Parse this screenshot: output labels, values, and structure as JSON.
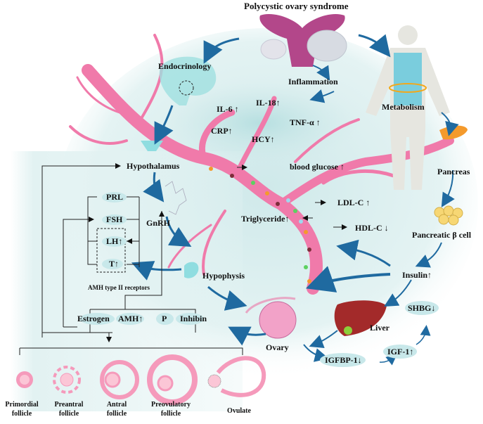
{
  "title": "Polycystic ovary syndrome",
  "branches": {
    "endocrinology": "Endocrinology",
    "inflammation": "Inflammation",
    "metabolism": "Metabolism"
  },
  "inflammation_markers": [
    {
      "name": "IL-6",
      "trend": "↑"
    },
    {
      "name": "IL-18",
      "trend": "↑"
    },
    {
      "name": "TNF-α",
      "trend": "↑"
    },
    {
      "name": "CRP",
      "trend": "↑"
    },
    {
      "name": "HCY",
      "trend": "↑"
    }
  ],
  "metabolic_markers": [
    {
      "name": "blood glucose",
      "trend": "↑"
    },
    {
      "name": "LDL-C",
      "trend": "↑"
    },
    {
      "name": "Triglyceride",
      "trend": "↑"
    },
    {
      "name": "HDL-C",
      "trend": "↓"
    }
  ],
  "metabolism_chain": {
    "pancreas": "Pancreas",
    "beta_cell": "Pancreatic β cell",
    "insulin": "Insulin↑",
    "liver": "Liver",
    "shbg": "SHBG↓",
    "igf1": "IGF-1↑",
    "igfbp1": "IGFBP-1↓"
  },
  "endocrine_axis": {
    "hypothalamus": "Hypothalamus",
    "gnrh": "GnRH",
    "hypophysis": "Hypophysis",
    "ovary": "Ovary",
    "amh_receptors": "AMH type II receptors",
    "pituitary_hormones": [
      "PRL",
      "FSH",
      "LH↑",
      "T↑"
    ],
    "ovarian_hormones": [
      "Estrogen",
      "AMH↑",
      "P",
      "Inhibin"
    ]
  },
  "follicle_stages": [
    {
      "line1": "Primordial",
      "line2": "follicle"
    },
    {
      "line1": "Preantral",
      "line2": "follicle"
    },
    {
      "line1": "Antral",
      "line2": "follicle"
    },
    {
      "line1": "Preovulatory",
      "line2": "follicle"
    },
    {
      "line1": "Ovulate",
      "line2": ""
    }
  ],
  "colors": {
    "arrow_blue": "#1f6aa0",
    "vessel_pink": "#f07aaa",
    "bg_teal": "#d7eeee",
    "follicle_pink": "#f59abb",
    "organ_teal": "#8fdde0"
  }
}
